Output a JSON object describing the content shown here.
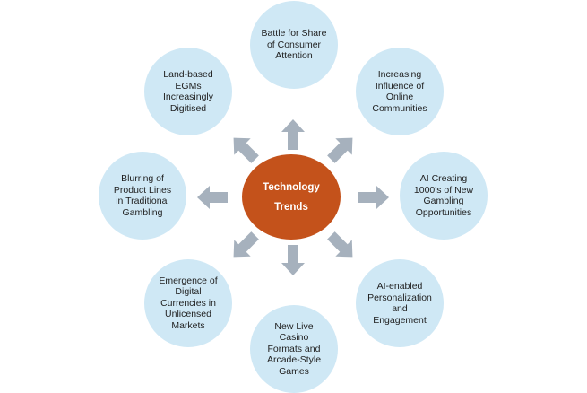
{
  "colors": {
    "bubble_fill": "#cfe8f5",
    "center_fill": "#c4521b",
    "center_text": "#ffffff",
    "arrow": "#a6b1bd"
  },
  "center": {
    "label": "Technology\nTrends"
  },
  "trends": {
    "top": "Battle for Share\nof Consumer\nAttention",
    "top_right": "Increasing\nInfluence of\nOnline\nCommunities",
    "right": "AI Creating\n1000's of New\nGambling\nOpportunities",
    "bottom_right": "AI-enabled\nPersonalization\nand\nEngagement",
    "bottom": "New Live\nCasino\nFormats and\nArcade-Style\nGames",
    "bottom_left": "Emergence of\nDigital\nCurrencies in\nUnlicensed\nMarkets",
    "left": "Blurring of\nProduct Lines\nin Traditional\nGambling",
    "top_left": "Land-based\nEGMs\nIncreasingly\nDigitised"
  }
}
